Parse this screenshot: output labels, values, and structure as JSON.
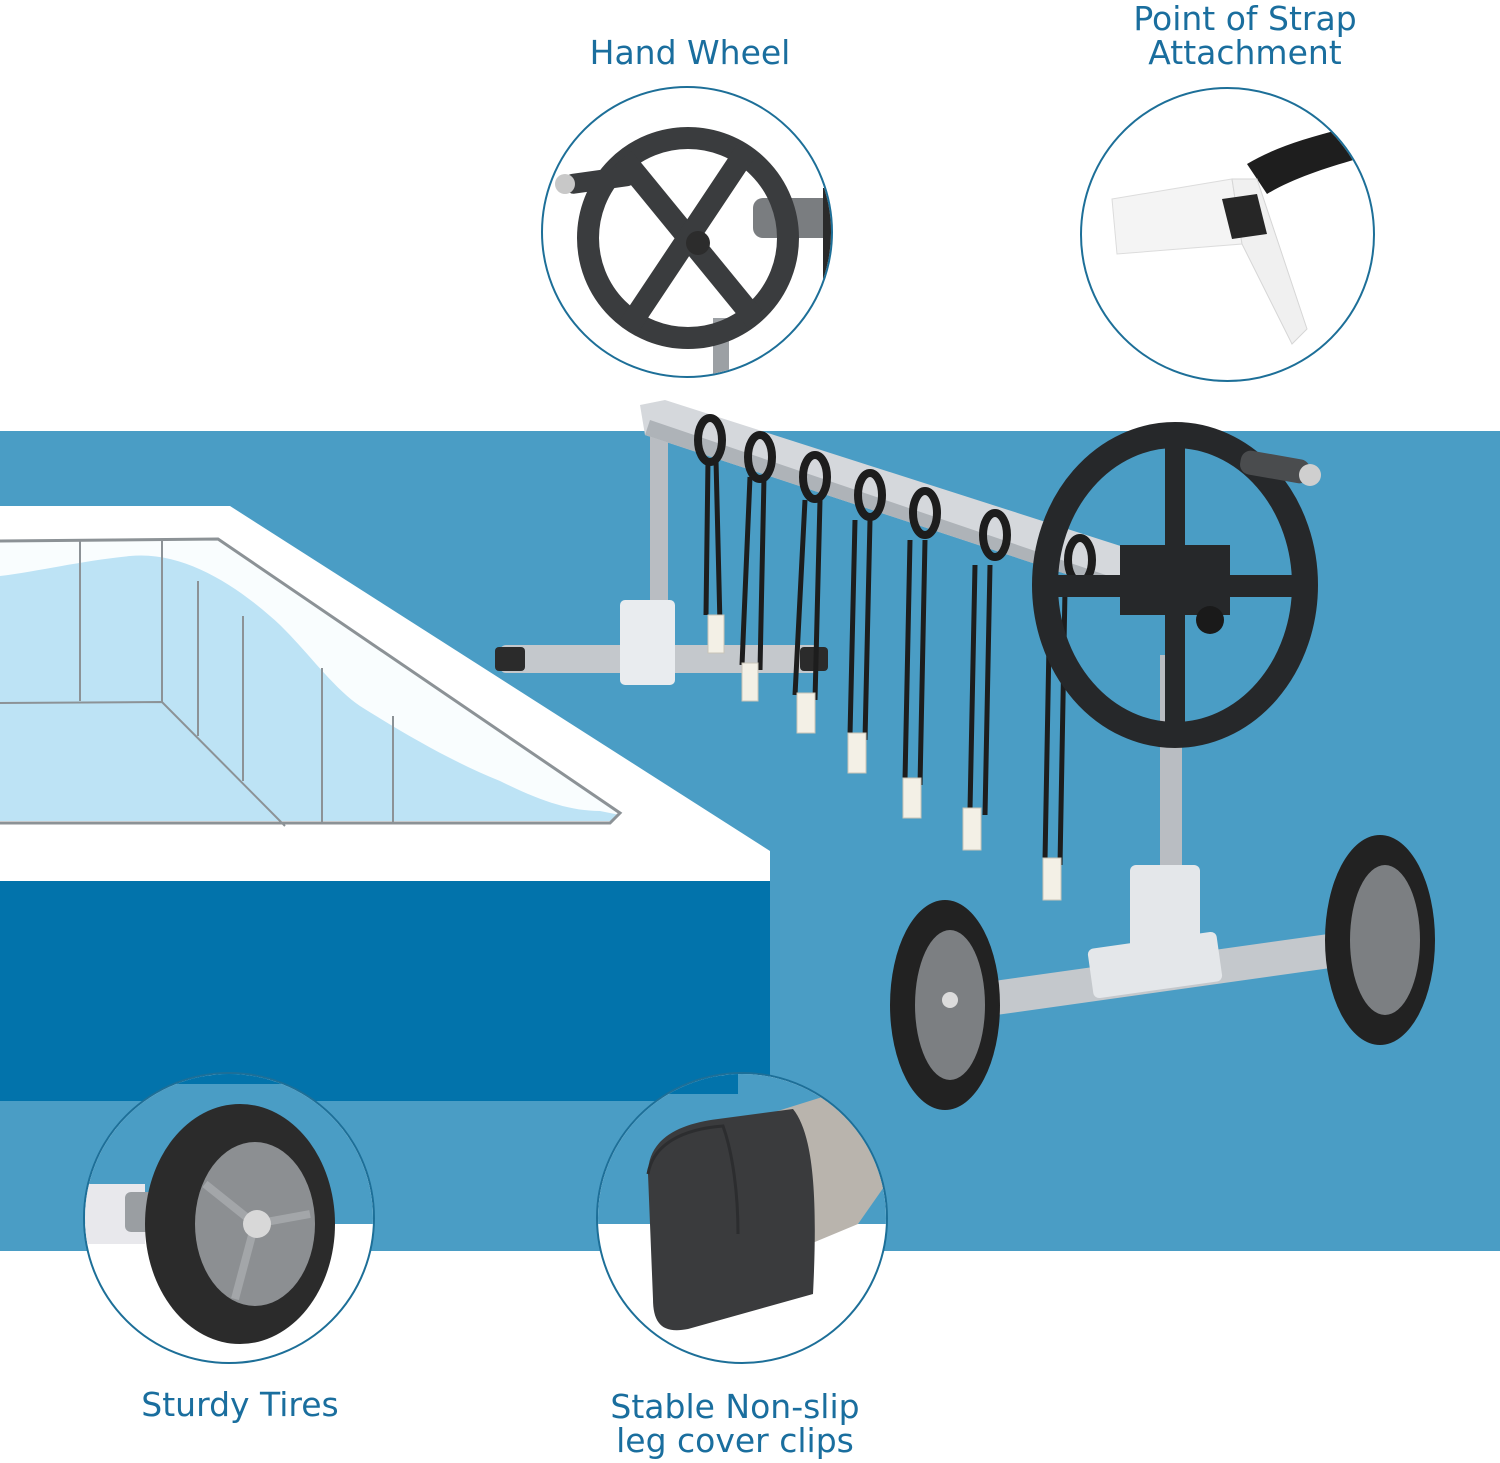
{
  "colors": {
    "background": "#ffffff",
    "band_blue": "#4a9dc5",
    "pool_side_blue": "#0273ab",
    "pool_water": "#bde3f5",
    "pool_rim": "#ffffff",
    "label_text": "#1a6e9e",
    "circle_border": "#1d6f98",
    "wheel_black": "#2a2c2e",
    "tube_silver": "#c9ccd0"
  },
  "callouts": [
    {
      "id": "hand-wheel",
      "label": "Hand Wheel",
      "icon": "hand-wheel-icon"
    },
    {
      "id": "strap-attachment",
      "label_line1": "Point of Strap",
      "label_line2": "Attachment",
      "icon": "strap-clip-icon"
    },
    {
      "id": "sturdy-tires",
      "label": "Sturdy Tires",
      "icon": "tire-icon"
    },
    {
      "id": "leg-cover-clips",
      "label_line1": "Stable Non-slip",
      "label_line2": "leg cover clips",
      "icon": "leg-cap-icon"
    }
  ],
  "scene": {
    "product": "pool cover reel with hand wheel, hanging straps, and two wheels",
    "strap_count": 7
  }
}
